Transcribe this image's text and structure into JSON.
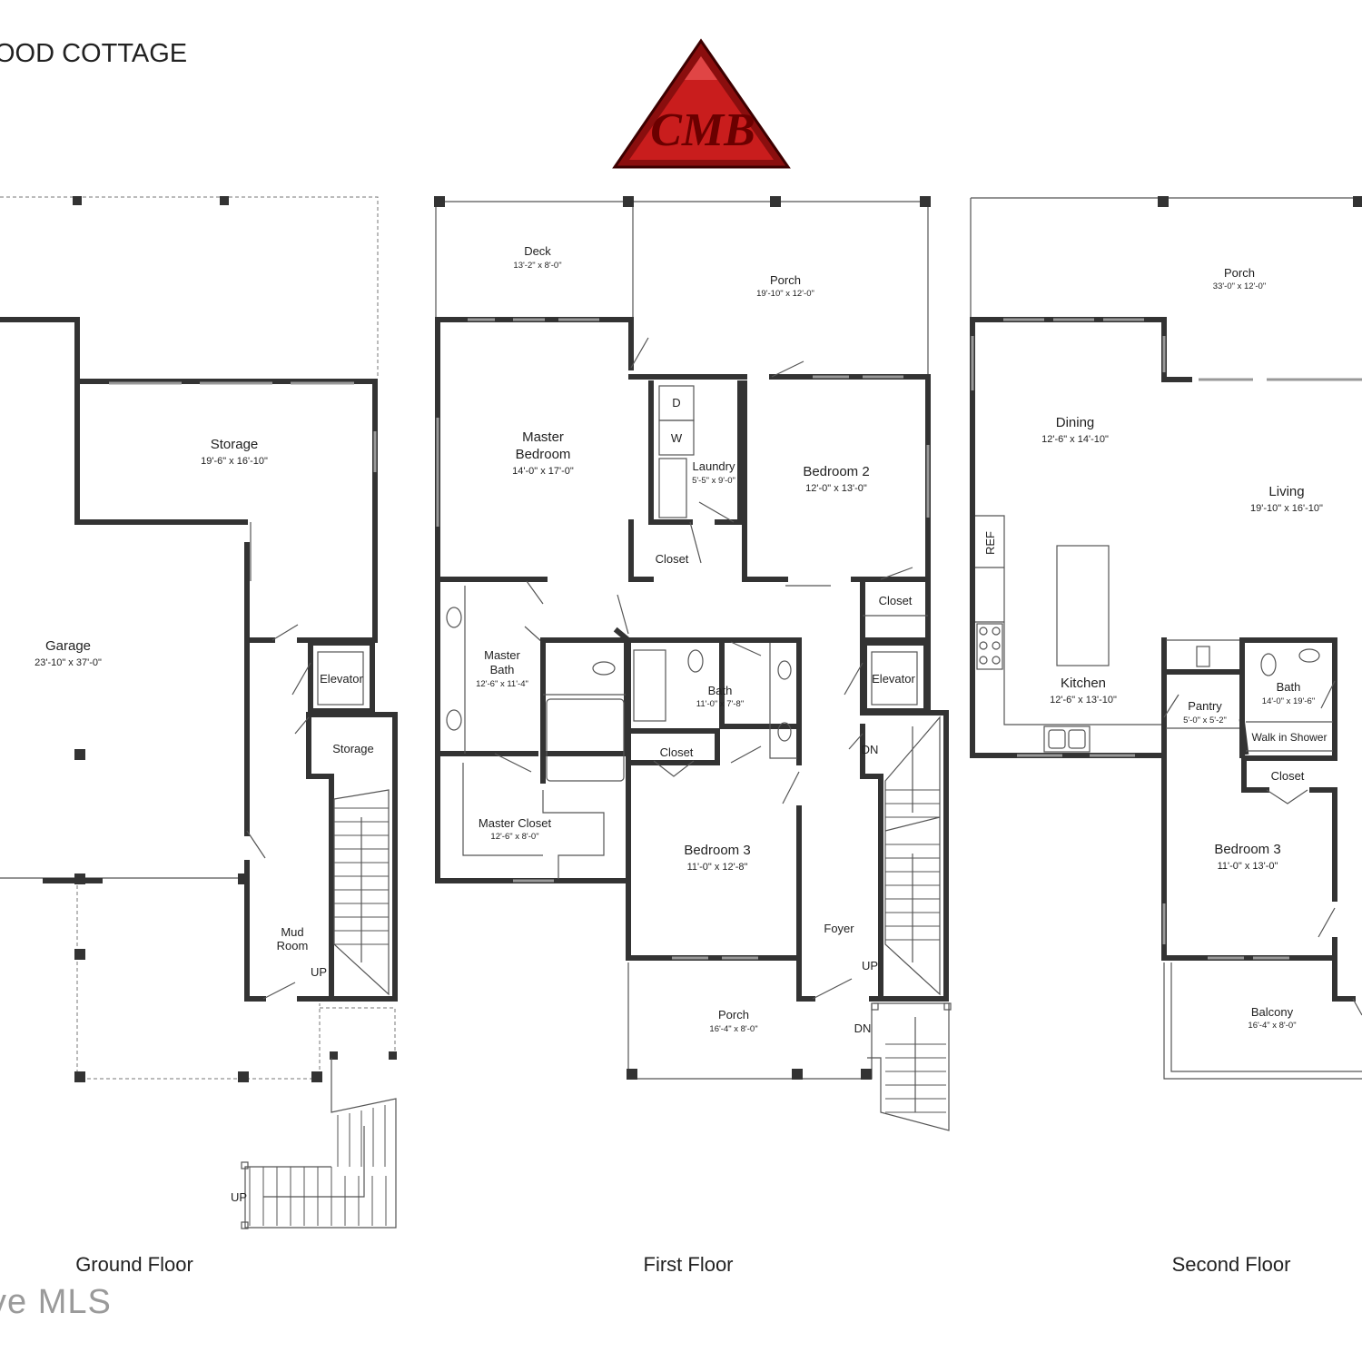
{
  "title": "OOD COTTAGE",
  "logo": {
    "text": "CMB",
    "fill": "#cc1f1f",
    "stroke": "#4a0000"
  },
  "watermark": "ve MLS",
  "floors": [
    {
      "label": "Ground Floor"
    },
    {
      "label": "First Floor"
    },
    {
      "label": "Second Floor"
    }
  ],
  "ground": {
    "storage_top": {
      "name": "Storage",
      "dim": "19'-6\" x 16'-10\""
    },
    "garage": {
      "name": "Garage",
      "dim": "23'-10\" x 37'-0\""
    },
    "elevator": "Elevator",
    "storage_small": "Storage",
    "mud_room_1": "Mud",
    "mud_room_2": "Room",
    "up1": "UP",
    "up2": "UP"
  },
  "first": {
    "deck": {
      "name": "Deck",
      "dim": "13'-2\" x 8'-0\""
    },
    "porch_top": {
      "name": "Porch",
      "dim": "19'-10\" x 12'-0\""
    },
    "master_bedroom_1": "Master",
    "master_bedroom_2": "Bedroom",
    "master_bedroom_dim": "14'-0\" x 17'-0\"",
    "dryer": "D",
    "washer": "W",
    "laundry": {
      "name": "Laundry",
      "dim": "5'-5\" x 9'-0\""
    },
    "bedroom2": {
      "name": "Bedroom 2",
      "dim": "12'-0\" x 13'-0\""
    },
    "closet_laundry": "Closet",
    "closet_right": "Closet",
    "master_bath_1": "Master",
    "master_bath_2": "Bath",
    "master_bath_dim": "12'-6\" x 11'-4\"",
    "bath": {
      "name": "Bath",
      "dim": "11'-0\" x 7'-8\""
    },
    "elevator": "Elevator",
    "dn1": "DN",
    "closet_bath": "Closet",
    "master_closet": {
      "name": "Master Closet",
      "dim": "12'-6\" x 8'-0\""
    },
    "bedroom3": {
      "name": "Bedroom 3",
      "dim": "11'-0\" x 12'-8\""
    },
    "foyer": "Foyer",
    "up": "UP",
    "porch_bottom": {
      "name": "Porch",
      "dim": "16'-4\" x 8'-0\""
    },
    "dn2": "DN"
  },
  "second": {
    "porch": {
      "name": "Porch",
      "dim": "33'-0\" x 12'-0\""
    },
    "dining": {
      "name": "Dining",
      "dim": "12'-6\" x 14'-10\""
    },
    "living": {
      "name": "Living",
      "dim": "19'-10\" x 16'-10\""
    },
    "ref": "REF",
    "kitchen": {
      "name": "Kitchen",
      "dim": "12'-6\" x 13'-10\""
    },
    "pantry": {
      "name": "Pantry",
      "dim": "5'-0\" x 5'-2\""
    },
    "bath": {
      "name": "Bath",
      "dim": "14'-0\" x 19'-6\""
    },
    "walk_in_shower": "Walk in Shower",
    "closet": "Closet",
    "bedroom3": {
      "name": "Bedroom 3",
      "dim": "11'-0\" x 13'-0\""
    },
    "balcony": {
      "name": "Balcony",
      "dim": "16'-4\" x 8'-0\""
    }
  }
}
